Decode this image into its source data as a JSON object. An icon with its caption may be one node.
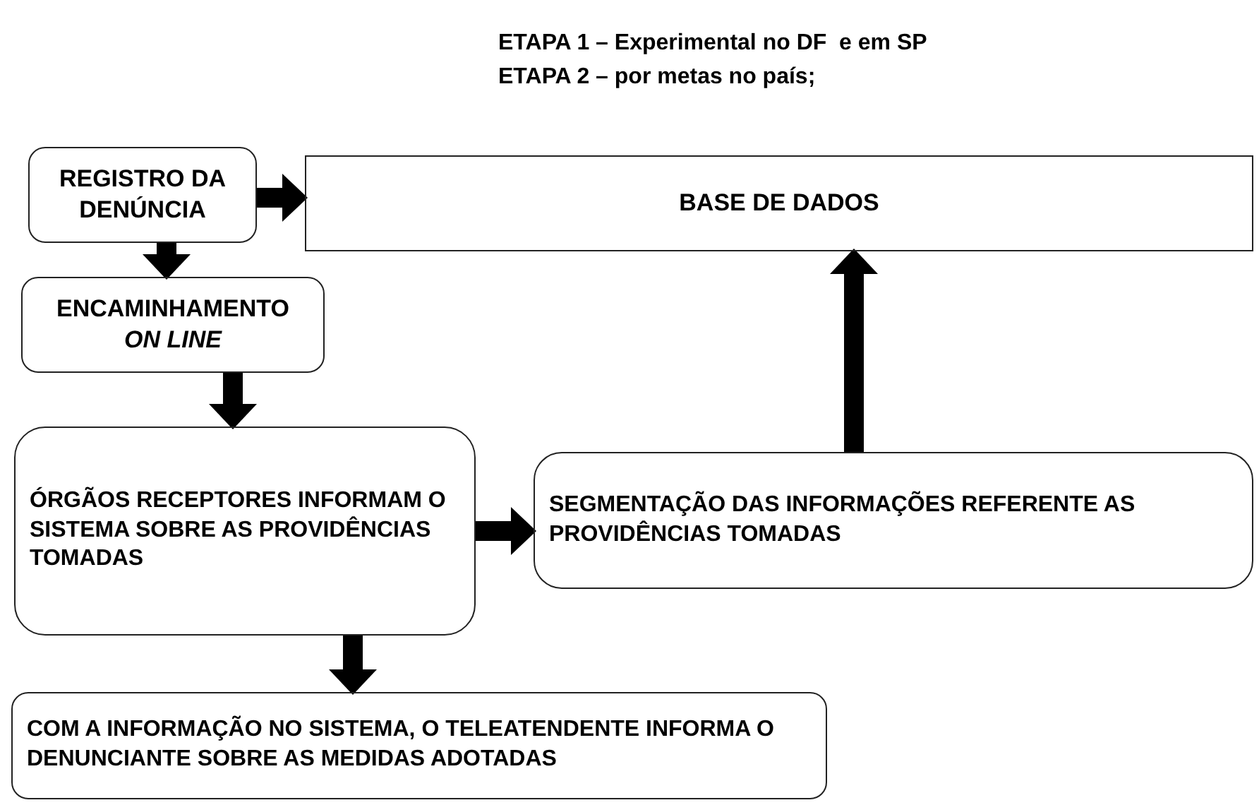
{
  "diagram": {
    "nodes": [
      {
        "text": [
          "REGISTRO DA DENÚNCIA"
        ]
      },
      {
        "text": [
          "BASE DE DADOS"
        ]
      },
      {
        "text": [
          "ENCAMINHAMENTO *ON LINE*"
        ]
      },
      {
        "text": [
          "ÓRGÃOS RECEPTORES INFORMAM O SISTEMA SOBRE AS PROVIDÊNCIAS TOMADAS"
        ]
      },
      {
        "text": [
          "SEGMENTAÇÃO DAS INFORMAÇÕES REFERENTE AS PROVIDÊNCIAS TOMADAS"
        ]
      },
      {
        "text": [
          "COM A INFORMAÇÃO NO SISTEMA, O TELEATENDENTE INFORMA O DENUNCIANTE SOBRE AS MEDIDAS ADOTADAS"
        ]
      }
    ],
    "edges": [
      {
        "from": 0,
        "to": 1,
        "arrow": "to"
      },
      {
        "from": 0,
        "to": 2,
        "arrow": "to"
      },
      {
        "from": 2,
        "to": 3,
        "arrow": "to"
      },
      {
        "from": 3,
        "to": 4,
        "arrow": "to"
      },
      {
        "from": 4,
        "to": 1,
        "arrow": "to"
      },
      {
        "from": 3,
        "to": 5,
        "arrow": "to"
      }
    ],
    "labels": [
      "ETAPA 1 – Experimental no DF  e em SP",
      "ETAPA 2 – por metas no país;"
    ]
  }
}
